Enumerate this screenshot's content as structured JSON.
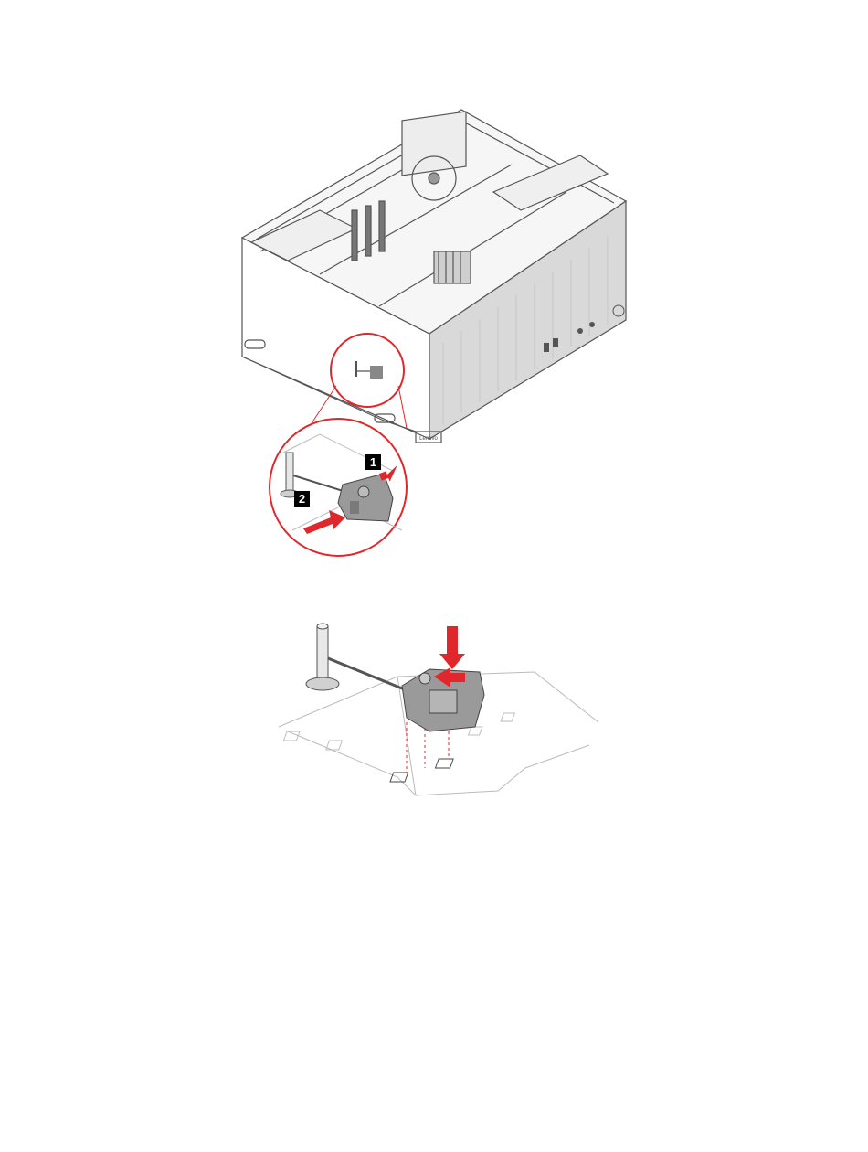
{
  "document": {
    "figures": [
      {
        "id": "figure-1",
        "callouts": [
          {
            "label": "1",
            "color": "#000000"
          },
          {
            "label": "2",
            "color": "#000000"
          }
        ],
        "brand_plate": "Lenovo"
      },
      {
        "id": "figure-2"
      }
    ]
  },
  "colors": {
    "accent": "#e0282c",
    "line": "#555555",
    "part_fill": "#9a9a9a",
    "callout_bg": "#000000"
  },
  "icons": [
    "red-push-arrow",
    "red-press-arrow",
    "magnify-circle"
  ]
}
